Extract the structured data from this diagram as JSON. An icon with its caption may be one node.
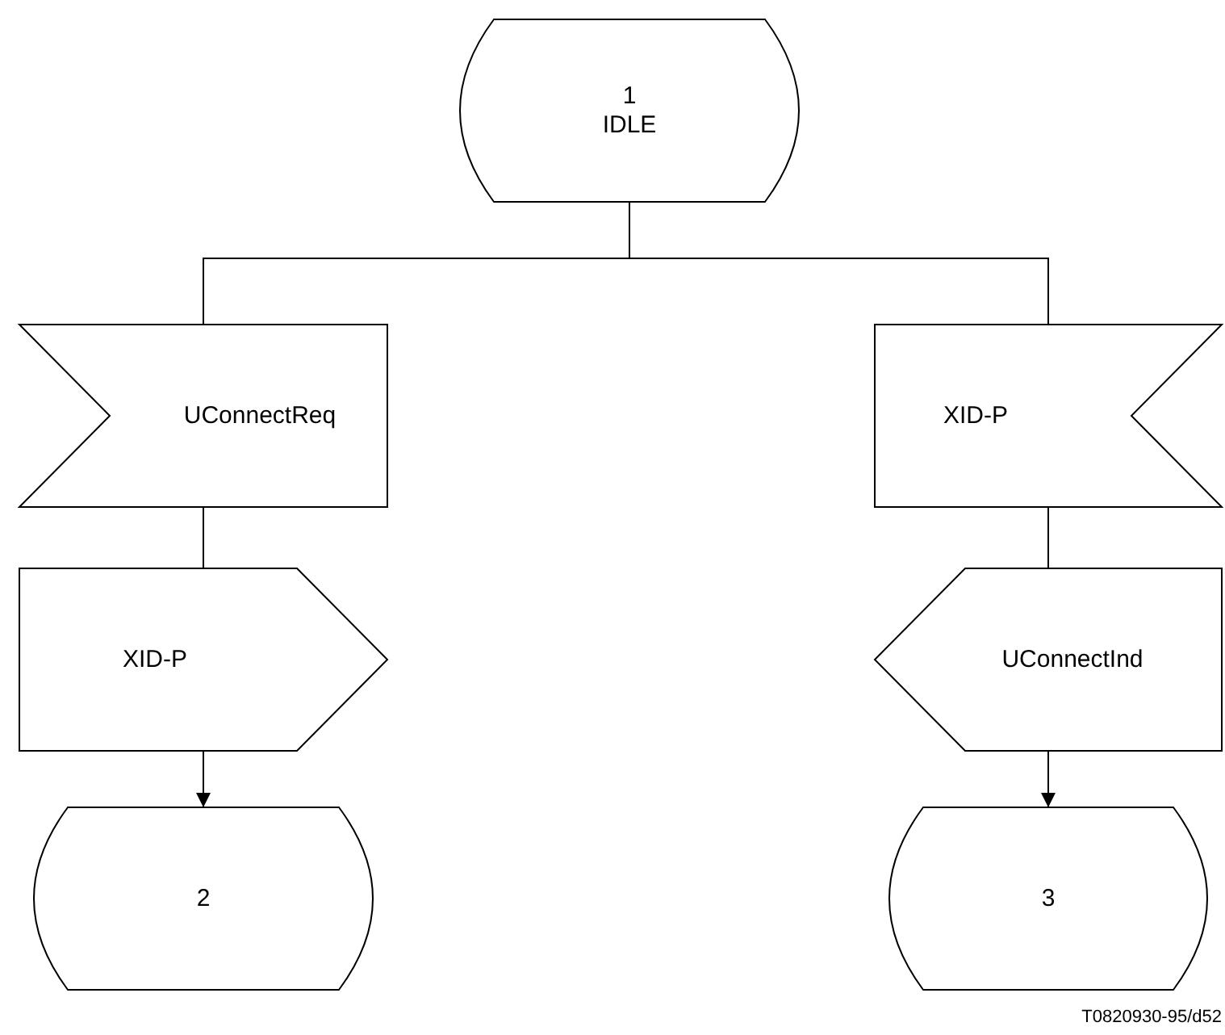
{
  "diagram": {
    "nodes": [
      {
        "text": [
          "1",
          "IDLE"
        ]
      },
      {
        "text": [
          "UConnectReq"
        ]
      },
      {
        "text": [
          "XID-P"
        ]
      },
      {
        "text": [
          "XID-P"
        ]
      },
      {
        "text": [
          "UConnectInd"
        ]
      },
      {
        "text": [
          "2"
        ]
      },
      {
        "text": [
          "3"
        ]
      }
    ],
    "edges": [
      {
        "from": 0,
        "to": 1,
        "arrow": "none"
      },
      {
        "from": 0,
        "to": 2,
        "arrow": "none"
      },
      {
        "from": 1,
        "to": 3,
        "arrow": "none"
      },
      {
        "from": 3,
        "to": 5,
        "arrow": "to"
      },
      {
        "from": 2,
        "to": 4,
        "arrow": "none"
      },
      {
        "from": 4,
        "to": 6,
        "arrow": "to"
      }
    ],
    "labels": [
      "T0820930-95/d52"
    ]
  }
}
